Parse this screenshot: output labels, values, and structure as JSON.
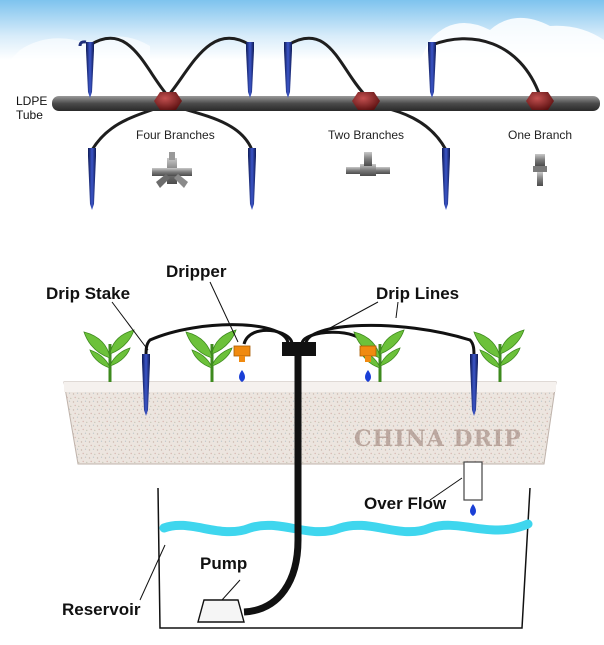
{
  "top_panel": {
    "tube_label_line1": "LDPE",
    "tube_label_line2": "Tube",
    "branch_labels": [
      "Four Branches",
      "Two Branches",
      "One Branch"
    ]
  },
  "bottom_panel": {
    "labels": {
      "dripper": "Dripper",
      "drip_stake": "Drip Stake",
      "drip_lines": "Drip Lines",
      "over_flow": "Over Flow",
      "pump": "Pump",
      "reservoir": "Reservoir"
    },
    "watermark": "CHINA DRIP"
  },
  "colors": {
    "tube": "#2b2b2b",
    "connector": "#7a1e1e",
    "stake": "#1f2f7a",
    "dripper": "#f08a10",
    "water": "#3fd6ee",
    "drop": "#1a3fd6",
    "leaf": "#6cc13a"
  }
}
